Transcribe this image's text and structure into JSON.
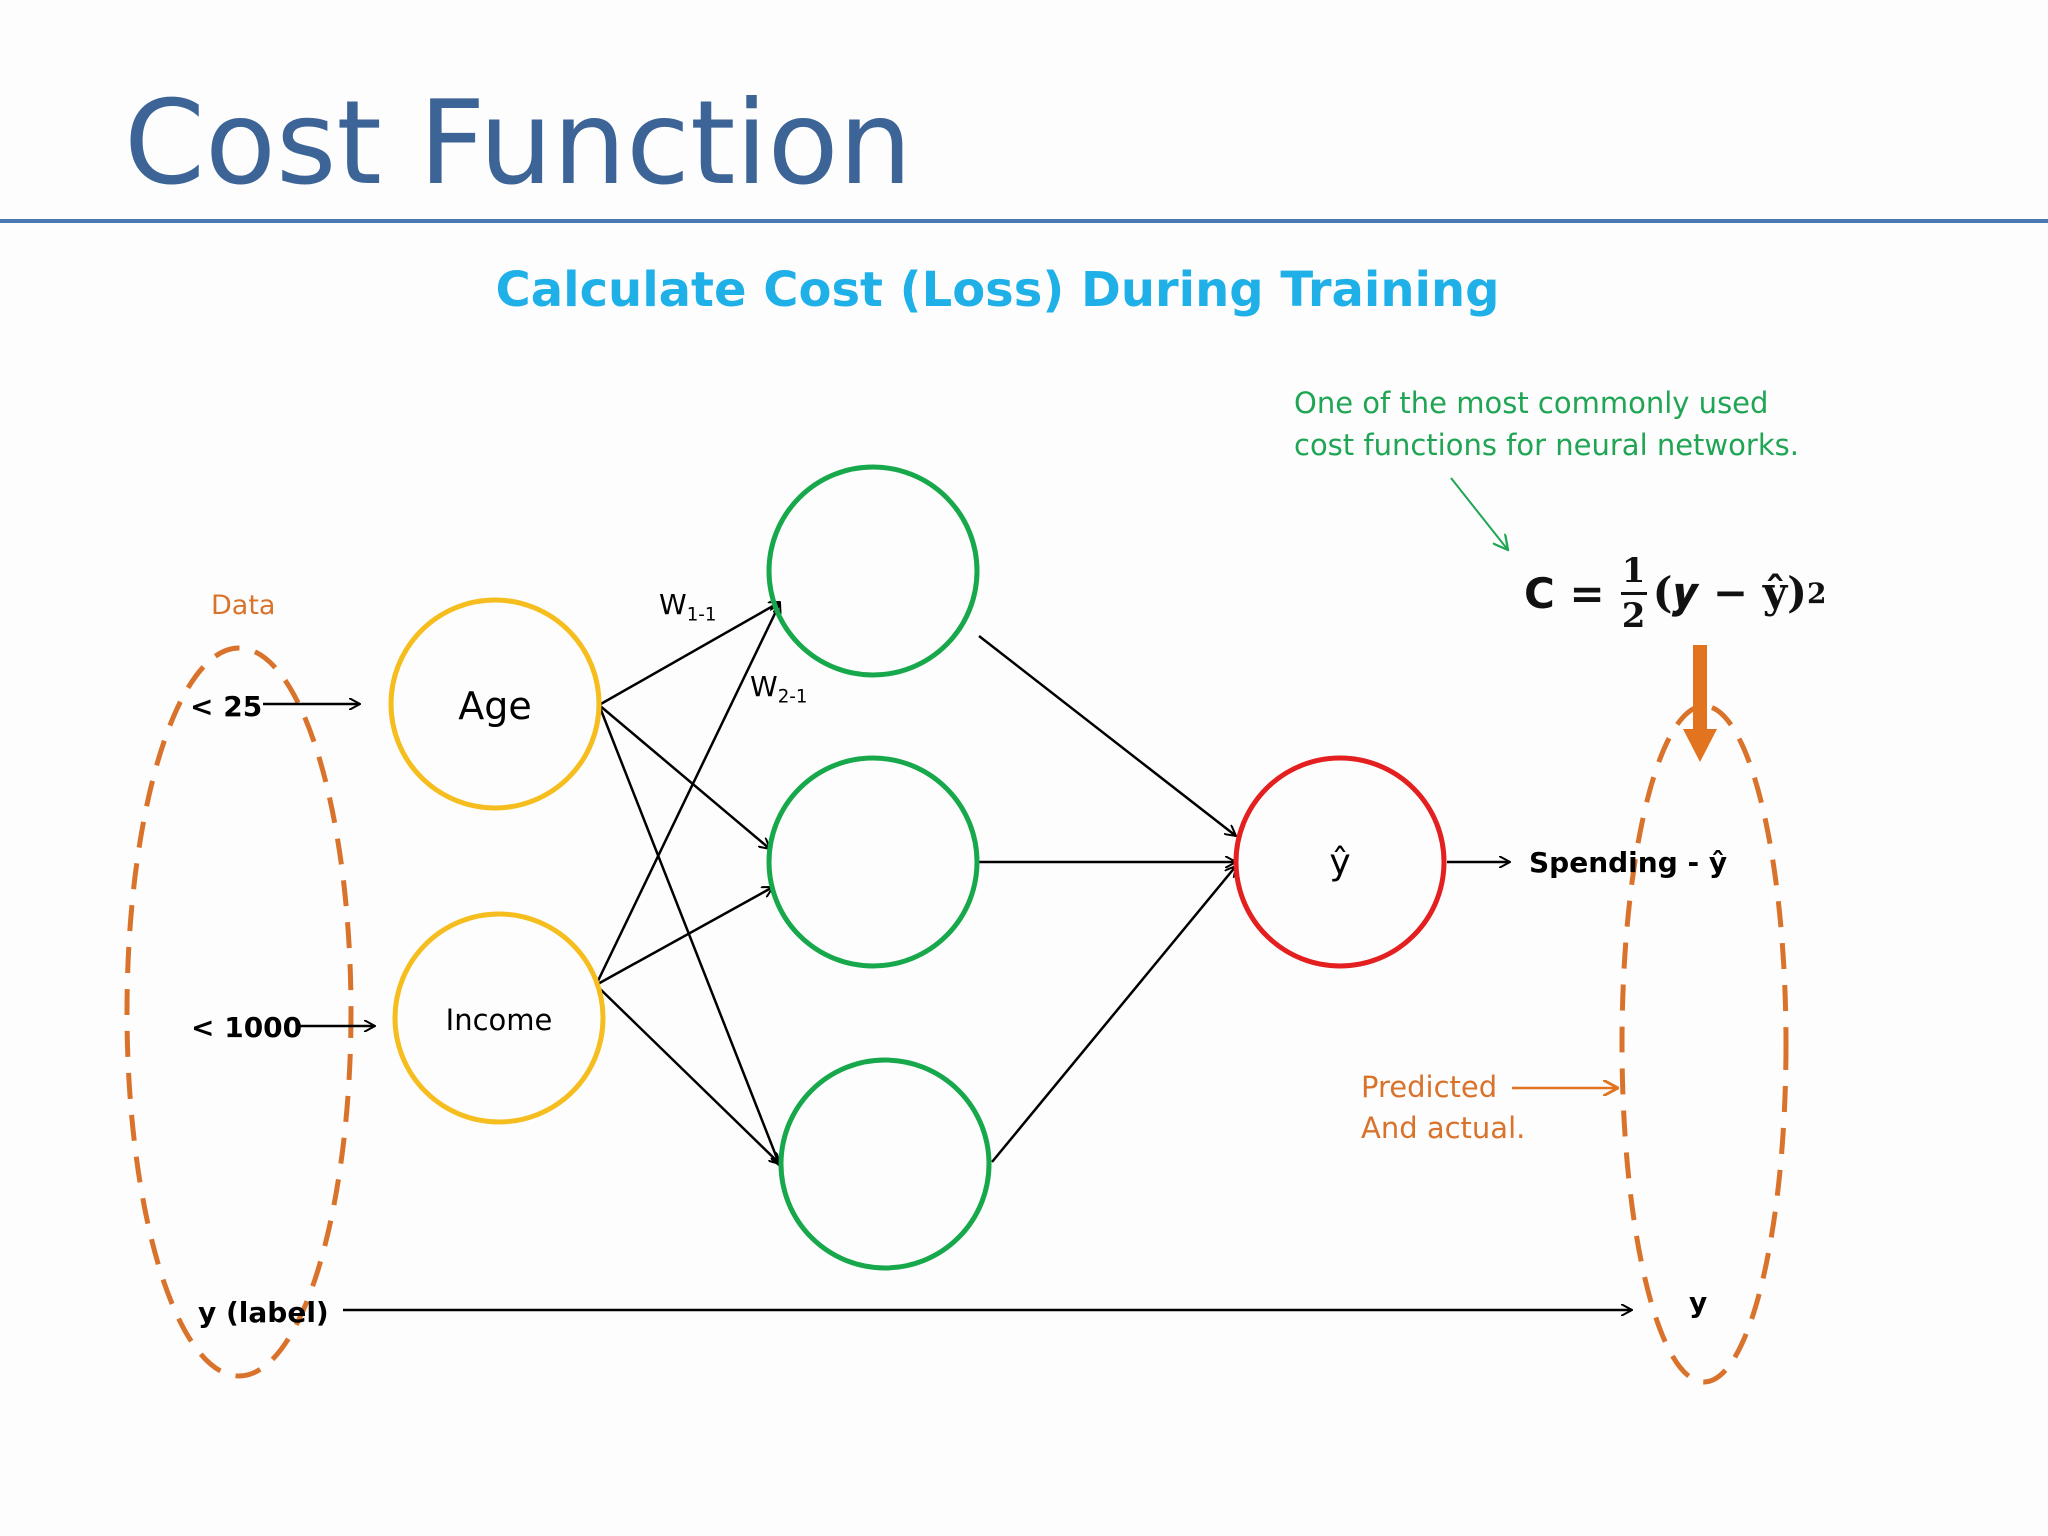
{
  "slide": {
    "title": "Cost Function",
    "subtitle": "Calculate Cost (Loss) During Training"
  },
  "annotations": {
    "data_label": "Data",
    "input_age": "< 25",
    "input_income": "< 1000",
    "input_label": "y (label)",
    "weight_1_base": "W",
    "weight_1_sub": "1-1",
    "weight_2_base": "W",
    "weight_2_sub": "2-1",
    "cost_note_line1": "One of the most commonly used",
    "cost_note_line2": "cost functions for neural networks.",
    "output_spending": "Spending - ŷ",
    "output_y": "y",
    "predicted_line1": "Predicted",
    "predicted_line2": "And actual."
  },
  "nodes": {
    "age": "Age",
    "income": "Income",
    "output": "ŷ"
  },
  "formula": {
    "lhs": "C =",
    "frac_num": "1",
    "frac_den": "2",
    "body": "(𝒚  − ŷ)",
    "exponent": "2"
  },
  "colors": {
    "title": "#3d6496",
    "subtitle": "#1fb0e8",
    "input_node": "#f5be1e",
    "hidden_node": "#18a84c",
    "output_node": "#e41f1f",
    "dashed": "#d9732c",
    "note_text": "#20a555",
    "arrow_orange": "#e2731f"
  }
}
